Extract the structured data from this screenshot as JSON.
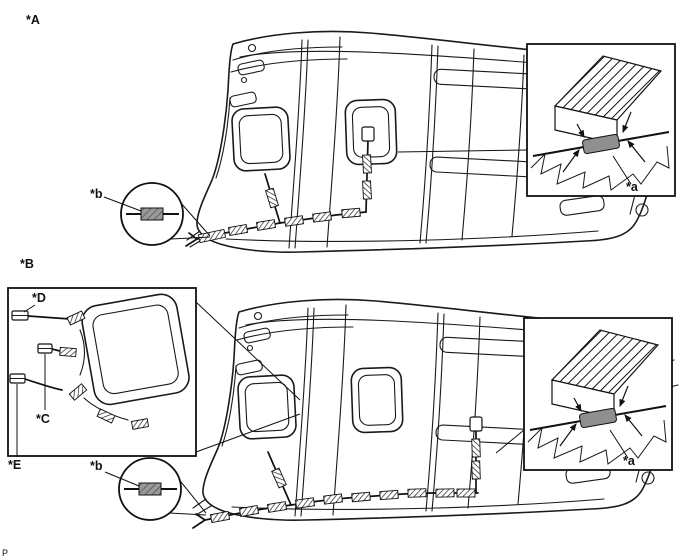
{
  "figure": {
    "page_code": "P",
    "colors": {
      "line": "#1a1a1a",
      "tape_wrap": "#8f8f8f"
    },
    "views": [
      {
        "label": "*A",
        "detail_label": "*b",
        "inset_label": "*a"
      },
      {
        "label": "*B",
        "detail_label": "*b",
        "inset_label": "*a",
        "connectors": {
          "c": "*C",
          "d": "*D",
          "e": "*E"
        }
      }
    ]
  }
}
